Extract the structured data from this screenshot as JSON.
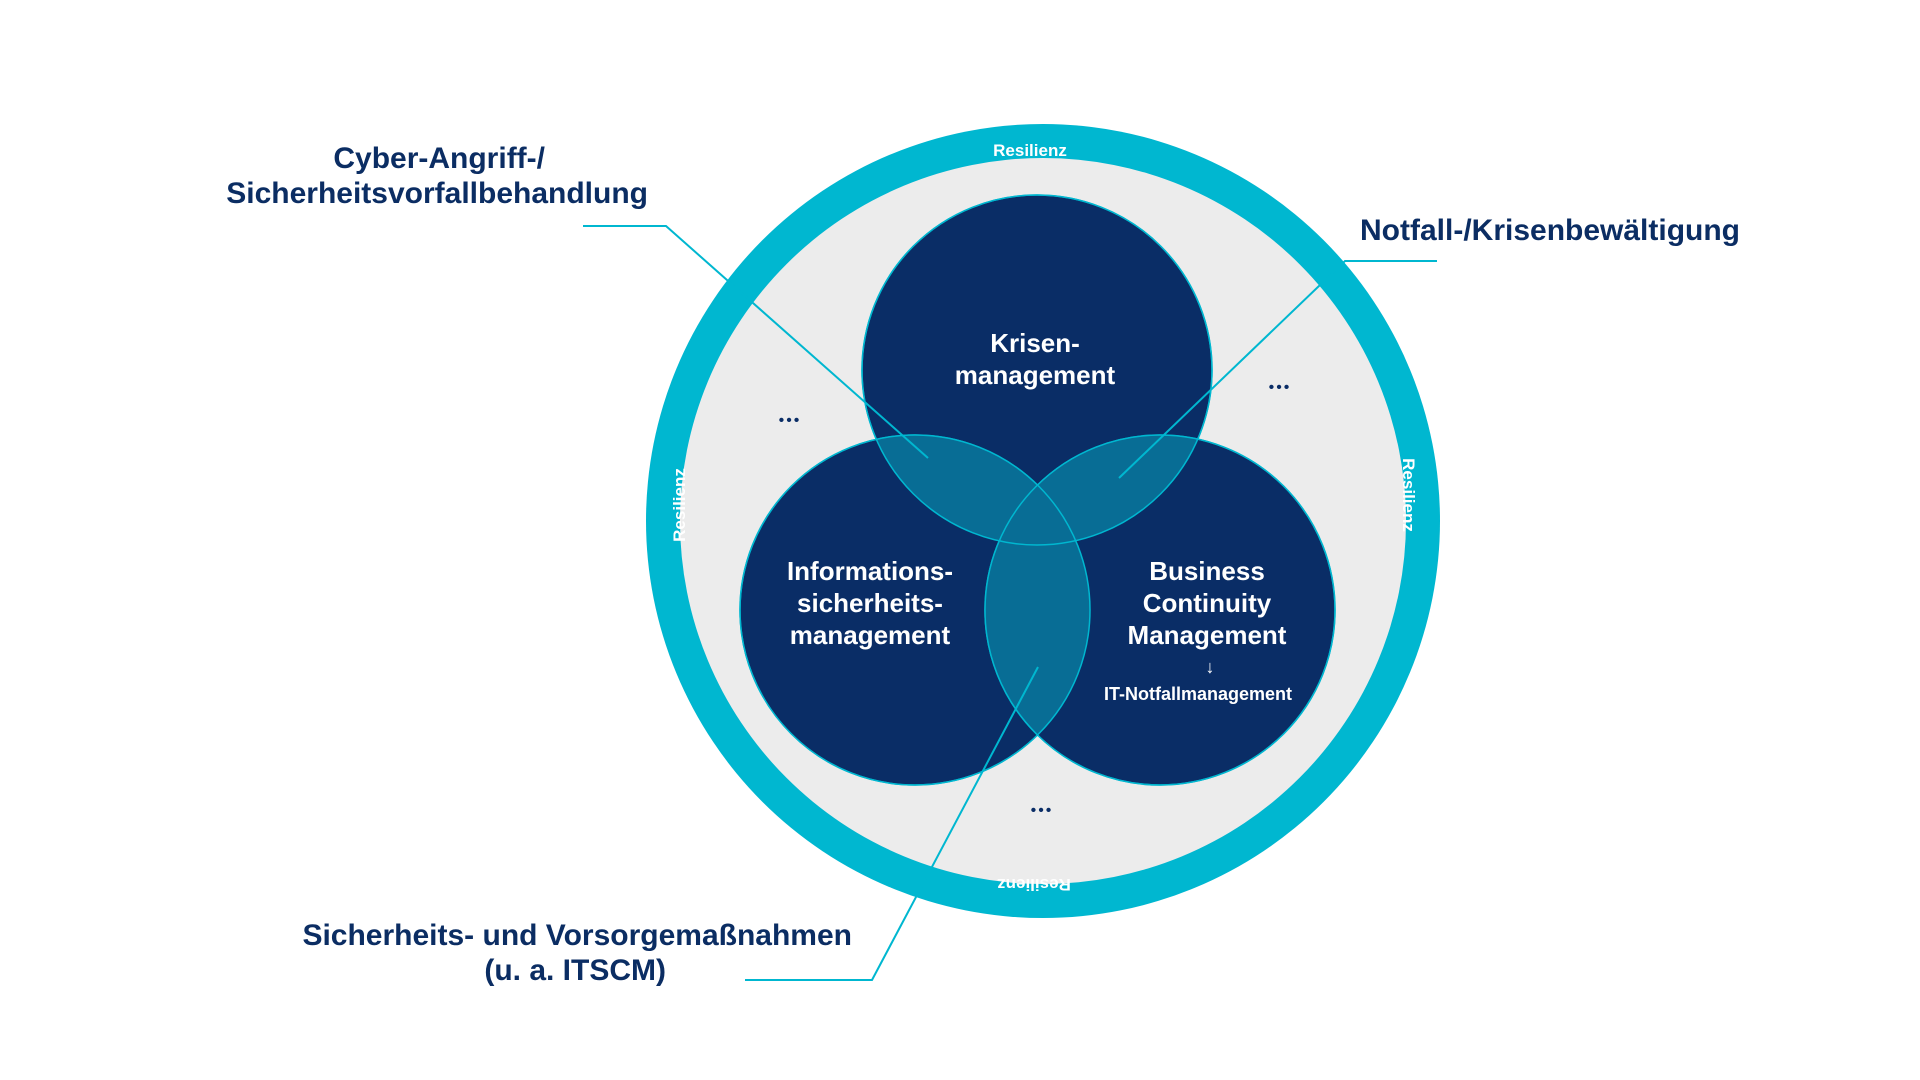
{
  "colors": {
    "ring": "#00b7d0",
    "background_disc": "#ececec",
    "circle_fill": "#0a2d66",
    "overlap_fill": "#086d95",
    "callout_text": "#0b2d63",
    "leader_line": "#00b7d0"
  },
  "ring": {
    "top_label": "Resilienz",
    "left_label": "Resilienz",
    "right_label": "Resilienz",
    "bottom_label": "Resilienz"
  },
  "circles": {
    "top": {
      "line1": "Krisen-",
      "line2": "management"
    },
    "left": {
      "line1": "Informations-",
      "line2": "sicherheits-",
      "line3": "management"
    },
    "right": {
      "line1": "Business",
      "line2": "Continuity",
      "line3": "Management",
      "arrow": "↓",
      "sub": "IT-Notfallmanagement"
    }
  },
  "ellipsis": {
    "symbol": "•••"
  },
  "callouts": {
    "top_left": {
      "line1": "Cyber-Angriff-/",
      "line2": "Sicherheitsvorfallbehandlung"
    },
    "top_right": {
      "line1": "Notfall-/Krisenbewältigung"
    },
    "bottom_left": {
      "line1": "Sicherheits- und Vorsorgemaßnahmen",
      "line2": "(u. a. ITSCM)"
    }
  }
}
